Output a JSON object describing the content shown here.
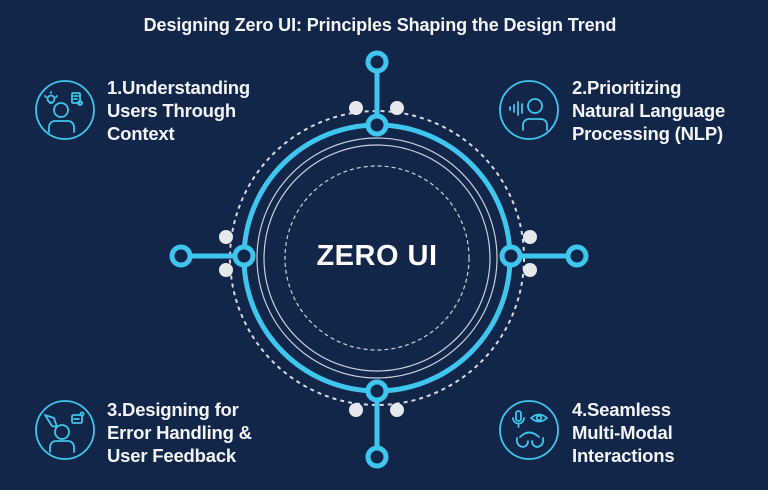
{
  "title": "Designing Zero UI: Principles Shaping the Design Trend",
  "center": {
    "label": "ZERO UI"
  },
  "colors": {
    "background": "#12264a",
    "accent": "#3fc6ee",
    "node_dot": "#e6e8ec",
    "text": "#ffffff"
  },
  "principles": [
    {
      "number": "1",
      "line1": "1.Understanding",
      "line2": "Users Through",
      "line3": "Context",
      "icon": "user-context-icon"
    },
    {
      "number": "2",
      "line1": "2.Prioritizing",
      "line2": "Natural Language",
      "line3": "Processing (NLP)",
      "icon": "voice-user-icon"
    },
    {
      "number": "3",
      "line1": "3.Designing for",
      "line2": "Error Handling &",
      "line3": "User Feedback",
      "icon": "feedback-user-icon"
    },
    {
      "number": "4",
      "line1": "4.Seamless",
      "line2": "Multi-Modal",
      "line3": "Interactions",
      "icon": "multimodal-icon"
    }
  ]
}
